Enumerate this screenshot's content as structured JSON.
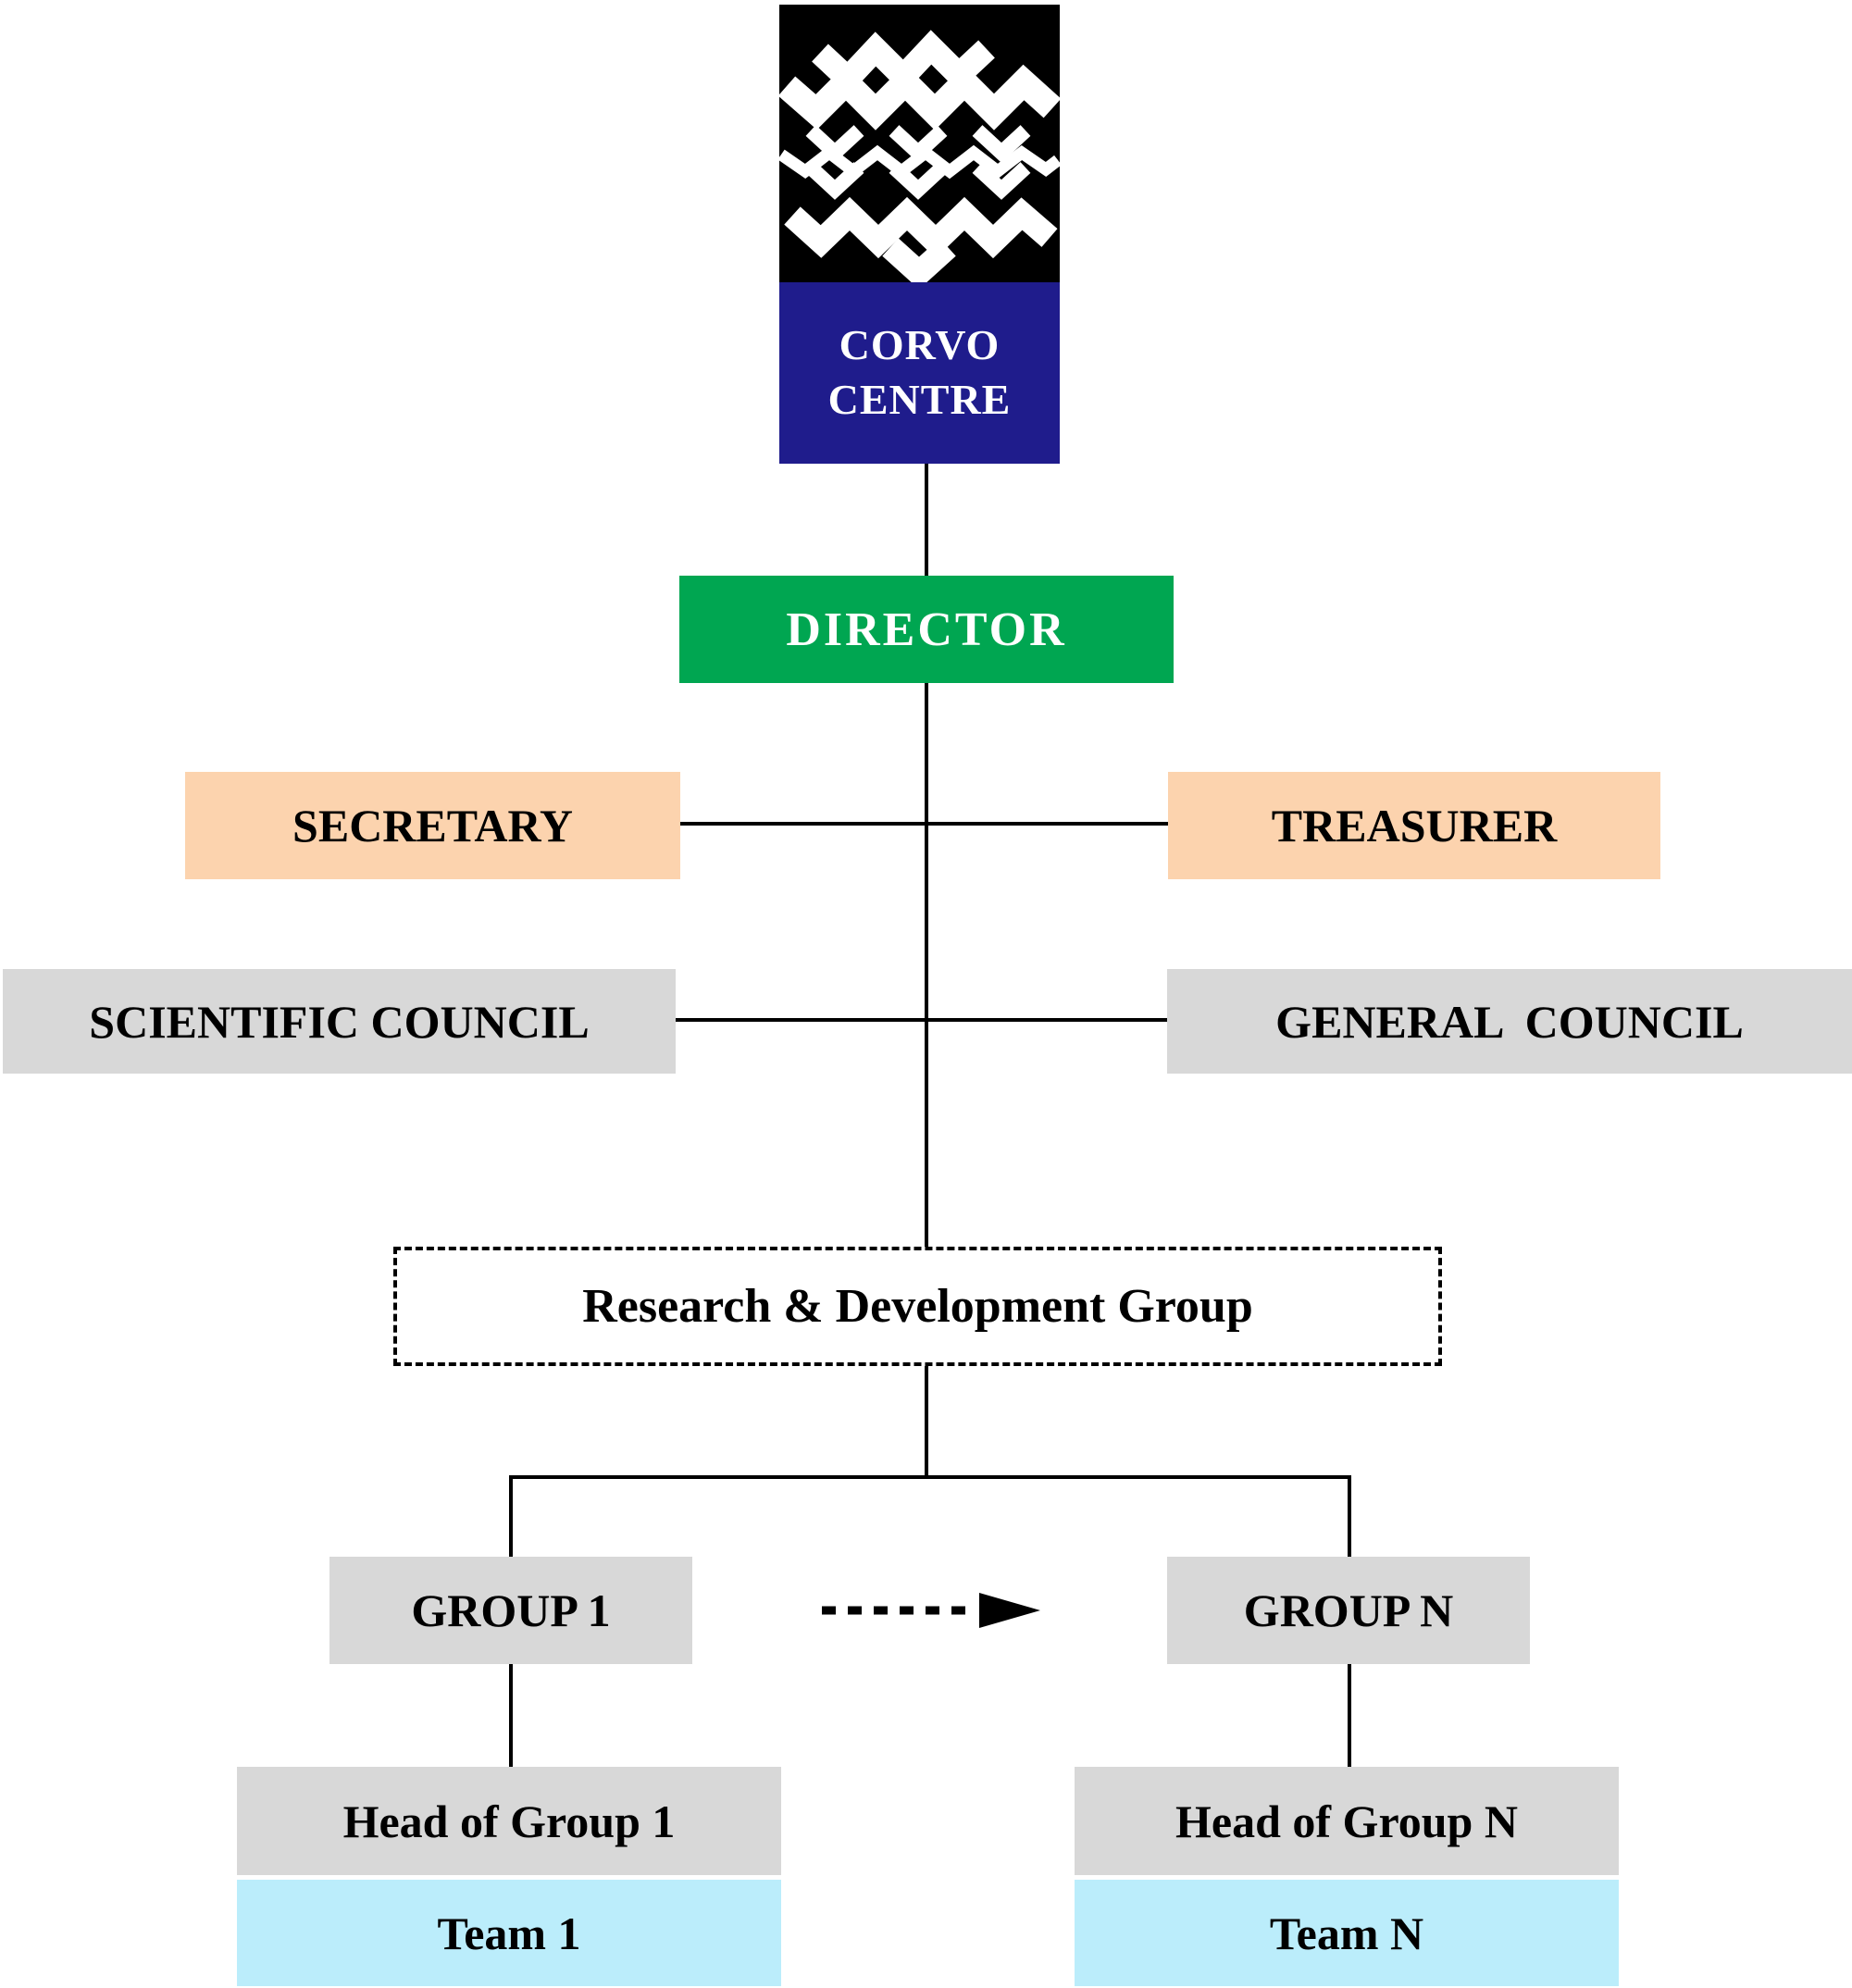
{
  "diagram": {
    "logo": {
      "line1": "CORVO",
      "line2": "CENTRE"
    },
    "director": {
      "label": "DIRECTOR"
    },
    "secretary": {
      "label": "SECRETARY"
    },
    "treasurer": {
      "label": "TREASURER"
    },
    "scientific_council": {
      "label": "SCIENTIFIC COUNCIL"
    },
    "general_council": {
      "label": "GENERAL  COUNCIL"
    },
    "rnd_group": {
      "label": "Research & Development Group"
    },
    "group_1": {
      "label": "GROUP 1"
    },
    "group_n": {
      "label": "GROUP N"
    },
    "head_1": {
      "label": "Head of Group 1"
    },
    "head_n": {
      "label": "Head of Group N"
    },
    "team_1": {
      "label": "Team 1"
    },
    "team_n": {
      "label": "Team N"
    },
    "colors": {
      "navy": "#1F1C8C",
      "green": "#00A651",
      "peach": "#FCD3AE",
      "gray": "#D8D8D8",
      "cyan": "#BBEDFB",
      "line": "#000000",
      "logo_bg": "#000000",
      "text_dark": "#000000",
      "text_light": "#FFFFFF"
    }
  }
}
